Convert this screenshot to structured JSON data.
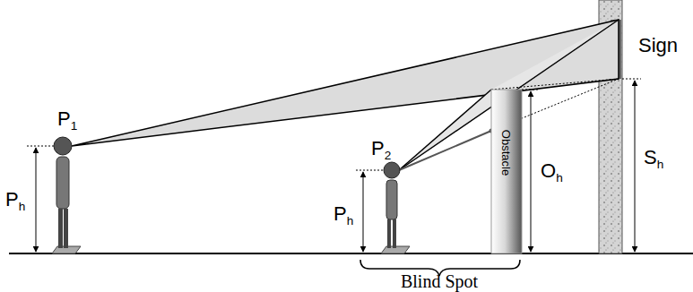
{
  "diagram": {
    "labels": [
      "Sign",
      "P1",
      "Ph",
      "P2",
      "Ph",
      "Obstacle",
      "Oh",
      "Sh",
      "Blind Spot"
    ]
  }
}
